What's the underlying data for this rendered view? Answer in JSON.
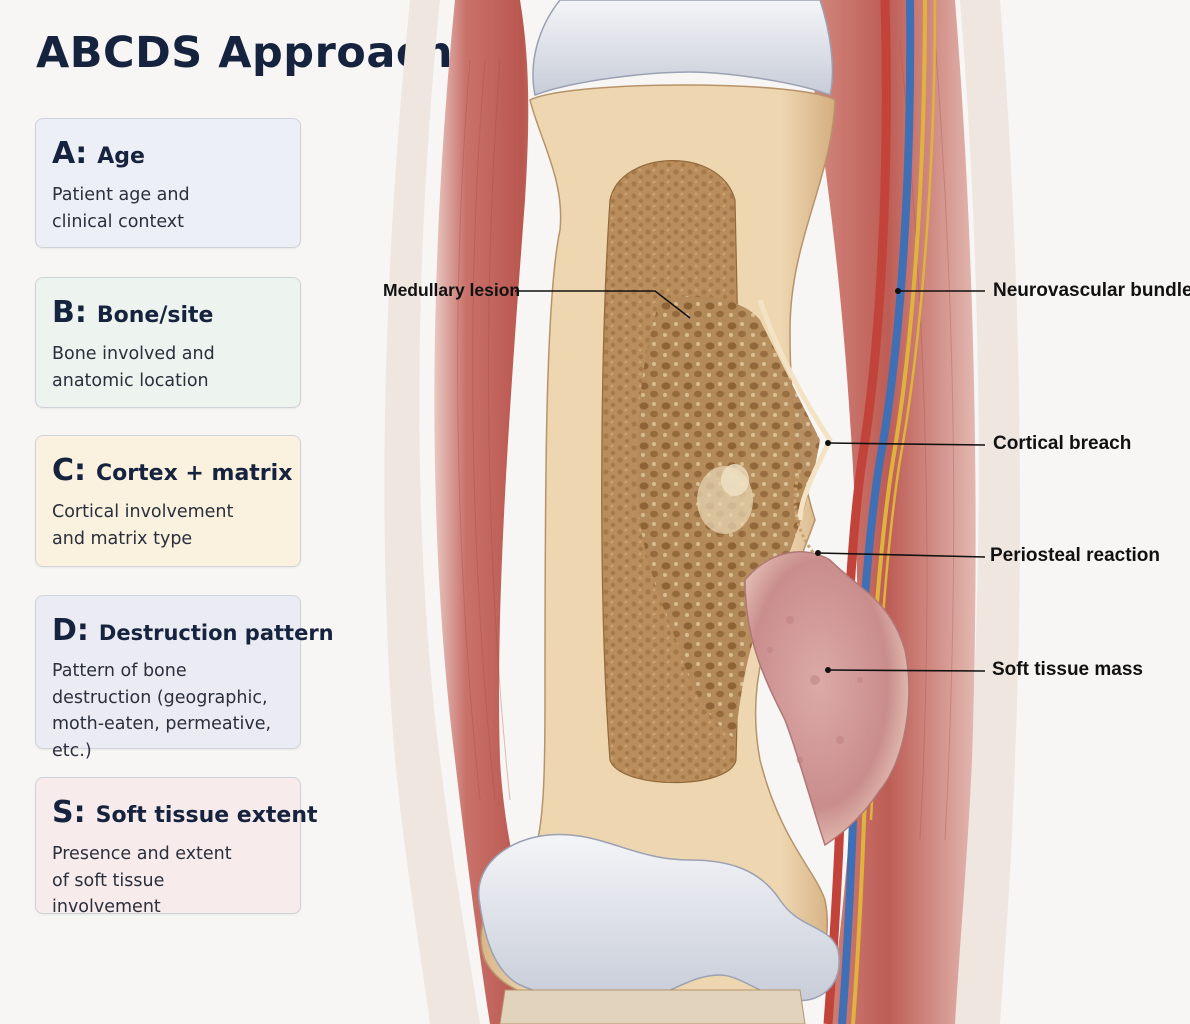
{
  "title": "ABCDS Approach",
  "cards": [
    {
      "letter": "A",
      "term": "Age",
      "description": "Patient age and clinical context",
      "bg": "#eceff5"
    },
    {
      "letter": "B",
      "term": "Bone/site",
      "description": "Bone involved and anatomic location",
      "bg": "#edf3ee"
    },
    {
      "letter": "C",
      "term": "Cortex + matrix",
      "description": "Cortical involvement and matrix type",
      "bg": "#faf1df"
    },
    {
      "letter": "D",
      "term": "Destruction pattern",
      "description": "Pattern of bone destruction (geographic, moth-eaten, permeative, etc.)",
      "bg": "#ebebf3"
    },
    {
      "letter": "S",
      "term": "Soft tissue extent",
      "description": "Presence and extent of soft tissue involvement",
      "bg": "#f8ebec"
    }
  ],
  "callouts": {
    "medullary_lesion": "Medullary lesion",
    "neurovascular_bundle": "Neurovascular bundle",
    "cortical_breach": "Cortical breach",
    "periosteal_reaction": "Periosteal reaction",
    "soft_tissue_mass": "Soft tissue mass"
  },
  "colors": {
    "title": "#16233f",
    "muscle": "#c8706a",
    "bone_cortex": "#e6c79c",
    "medulla": "#b98e5c",
    "cartilage": "#d9dde6",
    "soft_tissue_mass": "#d29a9a",
    "artery": "#c2433a",
    "vein": "#3f6fb5",
    "nerve": "#e0b43c"
  }
}
